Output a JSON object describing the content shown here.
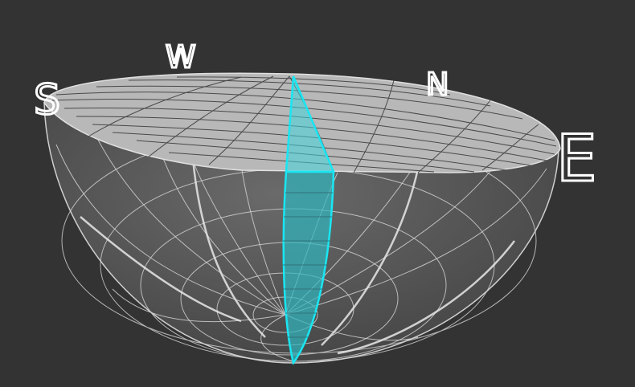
{
  "compass": {
    "south": "S",
    "west": "W",
    "north": "N",
    "east": "E"
  },
  "colors": {
    "background": "#333333",
    "hemisphere_fill": "#5a5a5a",
    "grid_line": "#d9d9d9",
    "highlight": "#19e6f2"
  }
}
